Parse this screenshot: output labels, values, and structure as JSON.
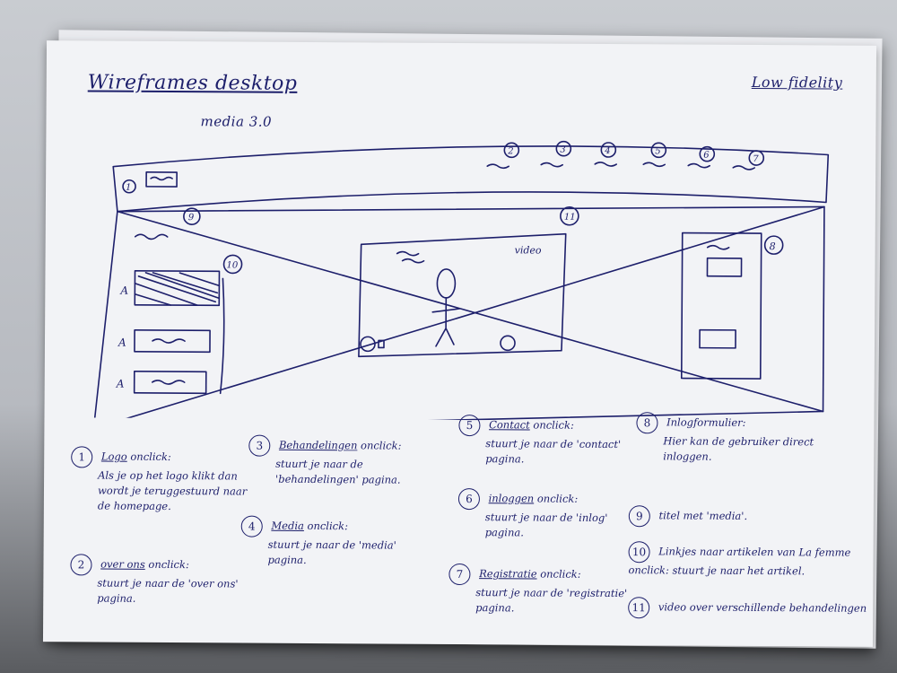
{
  "sheet": {
    "title": "Wireframes desktop",
    "subtitle": "media 3.0",
    "fidelity": "Low fidelity"
  },
  "wireframe": {
    "markers": [
      "1",
      "2",
      "3",
      "4",
      "5",
      "6",
      "7",
      "8",
      "9",
      "10",
      "11"
    ],
    "video_label": "video",
    "list_prefix": [
      "A",
      "A",
      "A"
    ]
  },
  "notes": [
    {
      "num": "1",
      "lead": "Logo",
      "rest": "onclick:",
      "body": "Als je op het logo klikt dan wordt je teruggestuurd naar de homepage."
    },
    {
      "num": "2",
      "lead": "over ons",
      "rest": "onclick:",
      "body": "stuurt je naar de 'over ons' pagina."
    },
    {
      "num": "3",
      "lead": "Behandelingen",
      "rest": "onclick:",
      "body": "stuurt je naar de 'behandelingen' pagina."
    },
    {
      "num": "4",
      "lead": "Media",
      "rest": "onclick:",
      "body": "stuurt je naar de 'media' pagina."
    },
    {
      "num": "5",
      "lead": "Contact",
      "rest": "onclick:",
      "body": "stuurt je naar de 'contact' pagina."
    },
    {
      "num": "6",
      "lead": "inloggen",
      "rest": "onclick:",
      "body": "stuurt je naar de 'inlog' pagina."
    },
    {
      "num": "7",
      "lead": "Registratie",
      "rest": "onclick:",
      "body": "stuurt je naar de 'registratie' pagina."
    },
    {
      "num": "8",
      "lead": "",
      "rest": "Inlogformulier:",
      "body": "Hier kan de gebruiker direct inloggen."
    },
    {
      "num": "9",
      "lead": "",
      "rest": "titel met 'media'.",
      "body": ""
    },
    {
      "num": "10",
      "lead": "",
      "rest": "Linkjes naar artikelen van La femme onclick: stuurt je naar het artikel.",
      "body": ""
    },
    {
      "num": "11",
      "lead": "",
      "rest": "video over verschillende behandelingen",
      "body": ""
    }
  ]
}
